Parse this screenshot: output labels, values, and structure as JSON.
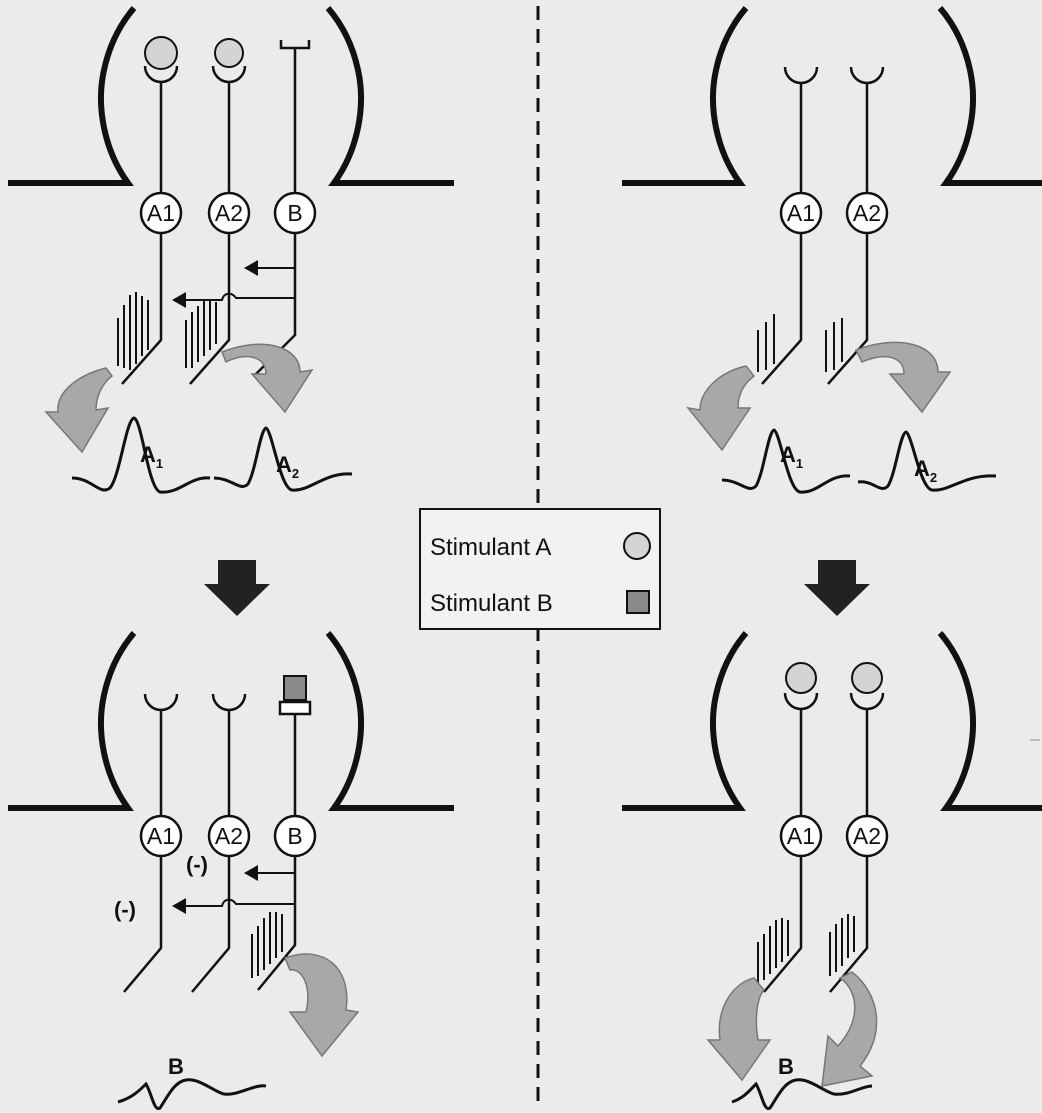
{
  "legend": {
    "stimulant_a": "Stimulant A",
    "stimulant_b": "Stimulant B"
  },
  "neurons": {
    "a1": "A1",
    "a2": "A2",
    "b": "B"
  },
  "waveforms": {
    "a1_main": "A",
    "a1_sub": "1",
    "a2_main": "A",
    "a2_sub": "2",
    "b": "B"
  },
  "inhibition_label": "(-)",
  "colors": {
    "background": "#ebebeb",
    "ink": "#111111",
    "stimulant_a_fill": "#d4d4d4",
    "stimulant_b_fill": "#8a8a8a",
    "arrow_fill": "#a8a8a8"
  }
}
